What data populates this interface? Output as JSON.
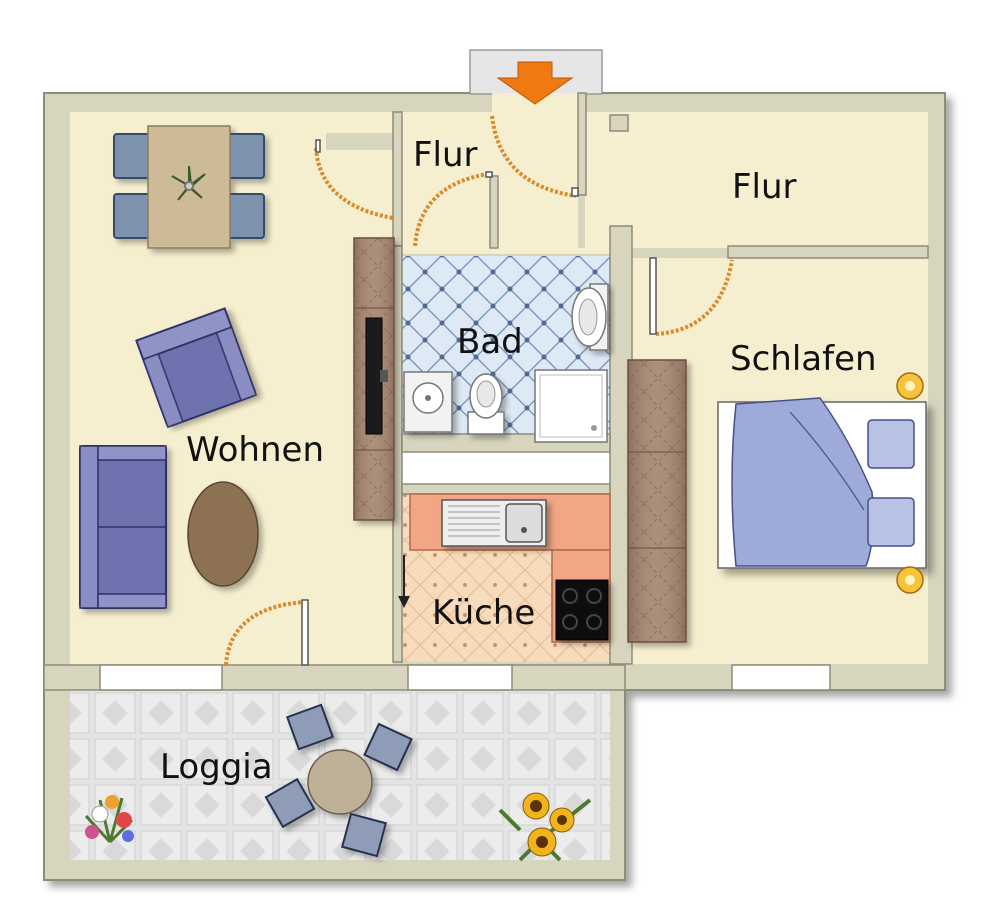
{
  "rooms": {
    "flur_1": "Flur",
    "flur_2": "Flur",
    "bad": "Bad",
    "schlafen": "Schlafen",
    "wohnen": "Wohnen",
    "kueche": "Küche",
    "loggia": "Loggia"
  },
  "icons": {
    "entrance": "entrance-arrow-icon",
    "plant": "plant-icon",
    "lamp": "lamp-icon",
    "flowers": "flowers-icon",
    "sunflowers": "sunflowers-icon"
  },
  "colors": {
    "wall": "#d8d5bf",
    "wall_edge": "#8e8b78",
    "floor": "#f6efcf",
    "door_arc": "#d98a2b",
    "entrance_arrow": "#f07a12",
    "bath_tile": "#dbe8f4",
    "kitchen_counter": "#f2a685",
    "kitchen_floor": "#f5d9b8",
    "loggia_floor": "#e2e2e2",
    "sofa": "#6e72ae",
    "table_wood": "#cdbb98",
    "rug": "#8d7152",
    "bedding": "#9eabd9",
    "closet": "#9c806c"
  }
}
